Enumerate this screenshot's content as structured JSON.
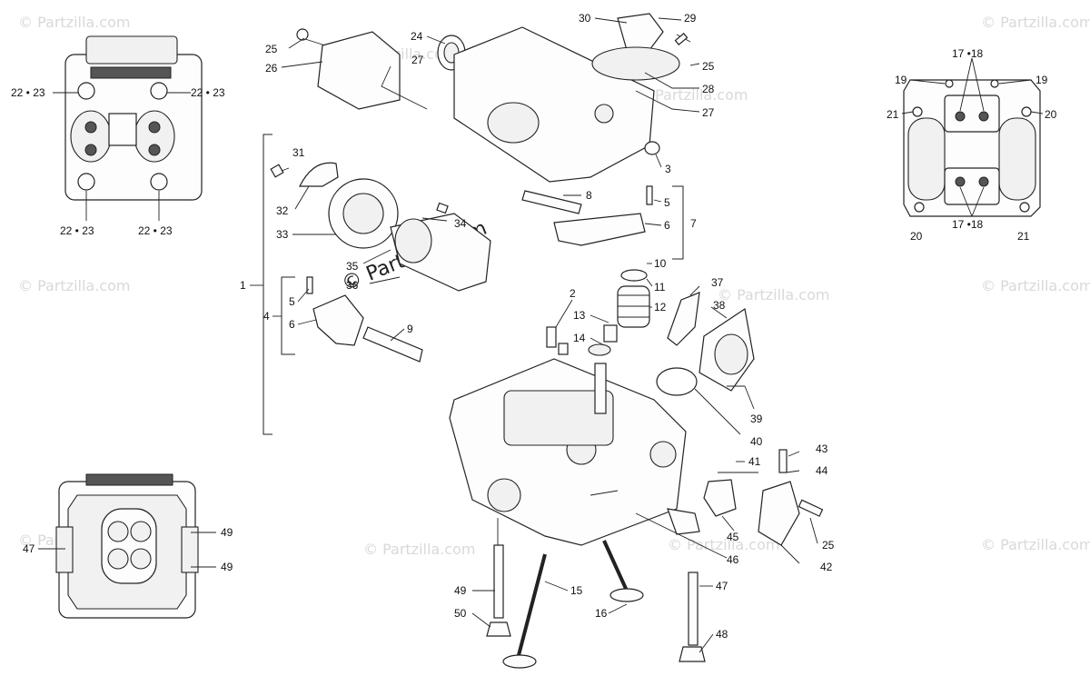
{
  "watermark": {
    "repeat": "© Partzilla.com",
    "center": "© Partzilla.com"
  },
  "callouts": [
    {
      "id": "c25a",
      "text": "25"
    },
    {
      "id": "c26",
      "text": "26"
    },
    {
      "id": "c27a",
      "text": "27"
    },
    {
      "id": "c24",
      "text": "24"
    },
    {
      "id": "c30",
      "text": "30"
    },
    {
      "id": "c29",
      "text": "29"
    },
    {
      "id": "c25b",
      "text": "25"
    },
    {
      "id": "c28",
      "text": "28"
    },
    {
      "id": "c27b",
      "text": "27"
    },
    {
      "id": "c3",
      "text": "3"
    },
    {
      "id": "c31",
      "text": "31"
    },
    {
      "id": "c32",
      "text": "32"
    },
    {
      "id": "c33",
      "text": "33"
    },
    {
      "id": "c34",
      "text": "34"
    },
    {
      "id": "c35",
      "text": "35"
    },
    {
      "id": "c36",
      "text": "36"
    },
    {
      "id": "c8",
      "text": "8"
    },
    {
      "id": "c5a",
      "text": "5"
    },
    {
      "id": "c6a",
      "text": "6"
    },
    {
      "id": "c7",
      "text": "7"
    },
    {
      "id": "c10",
      "text": "10"
    },
    {
      "id": "c11",
      "text": "11"
    },
    {
      "id": "c12",
      "text": "12"
    },
    {
      "id": "c2",
      "text": "2"
    },
    {
      "id": "c13",
      "text": "13"
    },
    {
      "id": "c14",
      "text": "14"
    },
    {
      "id": "c37",
      "text": "37"
    },
    {
      "id": "c38",
      "text": "38"
    },
    {
      "id": "c1",
      "text": "1"
    },
    {
      "id": "c4",
      "text": "4"
    },
    {
      "id": "c5b",
      "text": "5"
    },
    {
      "id": "c6b",
      "text": "6"
    },
    {
      "id": "c9",
      "text": "9"
    },
    {
      "id": "c39",
      "text": "39"
    },
    {
      "id": "c40",
      "text": "40"
    },
    {
      "id": "c41",
      "text": "41"
    },
    {
      "id": "c43",
      "text": "43"
    },
    {
      "id": "c44",
      "text": "44"
    },
    {
      "id": "c45",
      "text": "45"
    },
    {
      "id": "c25c",
      "text": "25"
    },
    {
      "id": "c46",
      "text": "46"
    },
    {
      "id": "c42",
      "text": "42"
    },
    {
      "id": "c15",
      "text": "15"
    },
    {
      "id": "c16",
      "text": "16"
    },
    {
      "id": "c47a",
      "text": "47"
    },
    {
      "id": "c48",
      "text": "48"
    },
    {
      "id": "c49a",
      "text": "49"
    },
    {
      "id": "c50",
      "text": "50"
    }
  ],
  "inset_top_left": {
    "labels": [
      "22 • 23",
      "22 • 23",
      "22 • 23",
      "22 • 23"
    ]
  },
  "inset_top_right": {
    "labels": [
      "17 •18",
      "19",
      "19",
      "21",
      "20",
      "17 •18",
      "20",
      "21"
    ]
  },
  "inset_bottom_left": {
    "labels": [
      "47",
      "49",
      "49"
    ]
  }
}
